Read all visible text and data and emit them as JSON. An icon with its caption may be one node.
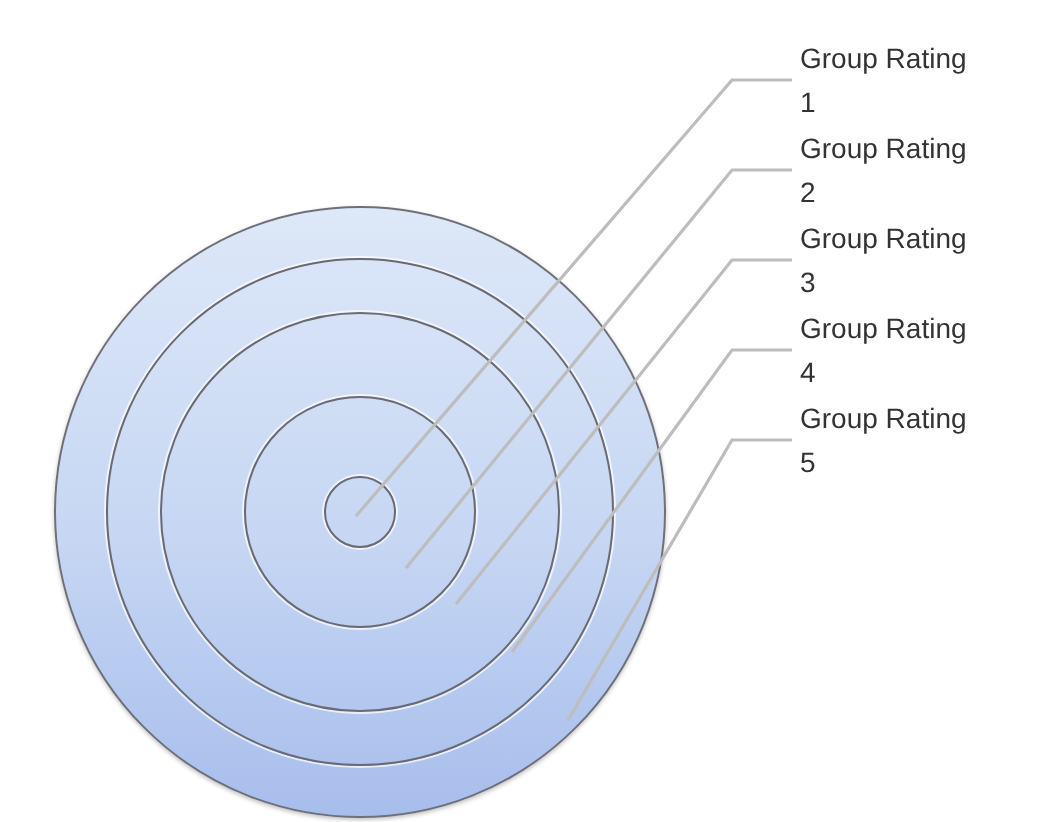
{
  "diagram": {
    "nodes": [
      {
        "text": [],
        "shape": "circle"
      },
      {
        "text": [],
        "shape": "circle",
        "in": 0
      },
      {
        "text": [],
        "shape": "circle",
        "in": 1
      },
      {
        "text": [],
        "shape": "circle",
        "in": 2
      },
      {
        "text": [],
        "shape": "circle",
        "in": 3
      },
      {
        "text": [
          "Group Rating 1"
        ]
      },
      {
        "text": [
          "Group Rating 2"
        ]
      },
      {
        "text": [
          "Group Rating 3"
        ]
      },
      {
        "text": [
          "Group Rating 4"
        ]
      },
      {
        "text": [
          "Group Rating 5"
        ]
      }
    ],
    "edges": [
      {
        "from": 5,
        "to": 4,
        "arrow": "none"
      },
      {
        "from": 6,
        "to": 3,
        "arrow": "none"
      },
      {
        "from": 7,
        "to": 2,
        "arrow": "none"
      },
      {
        "from": 8,
        "to": 1,
        "arrow": "none"
      },
      {
        "from": 9,
        "to": 0,
        "arrow": "none"
      }
    ]
  }
}
